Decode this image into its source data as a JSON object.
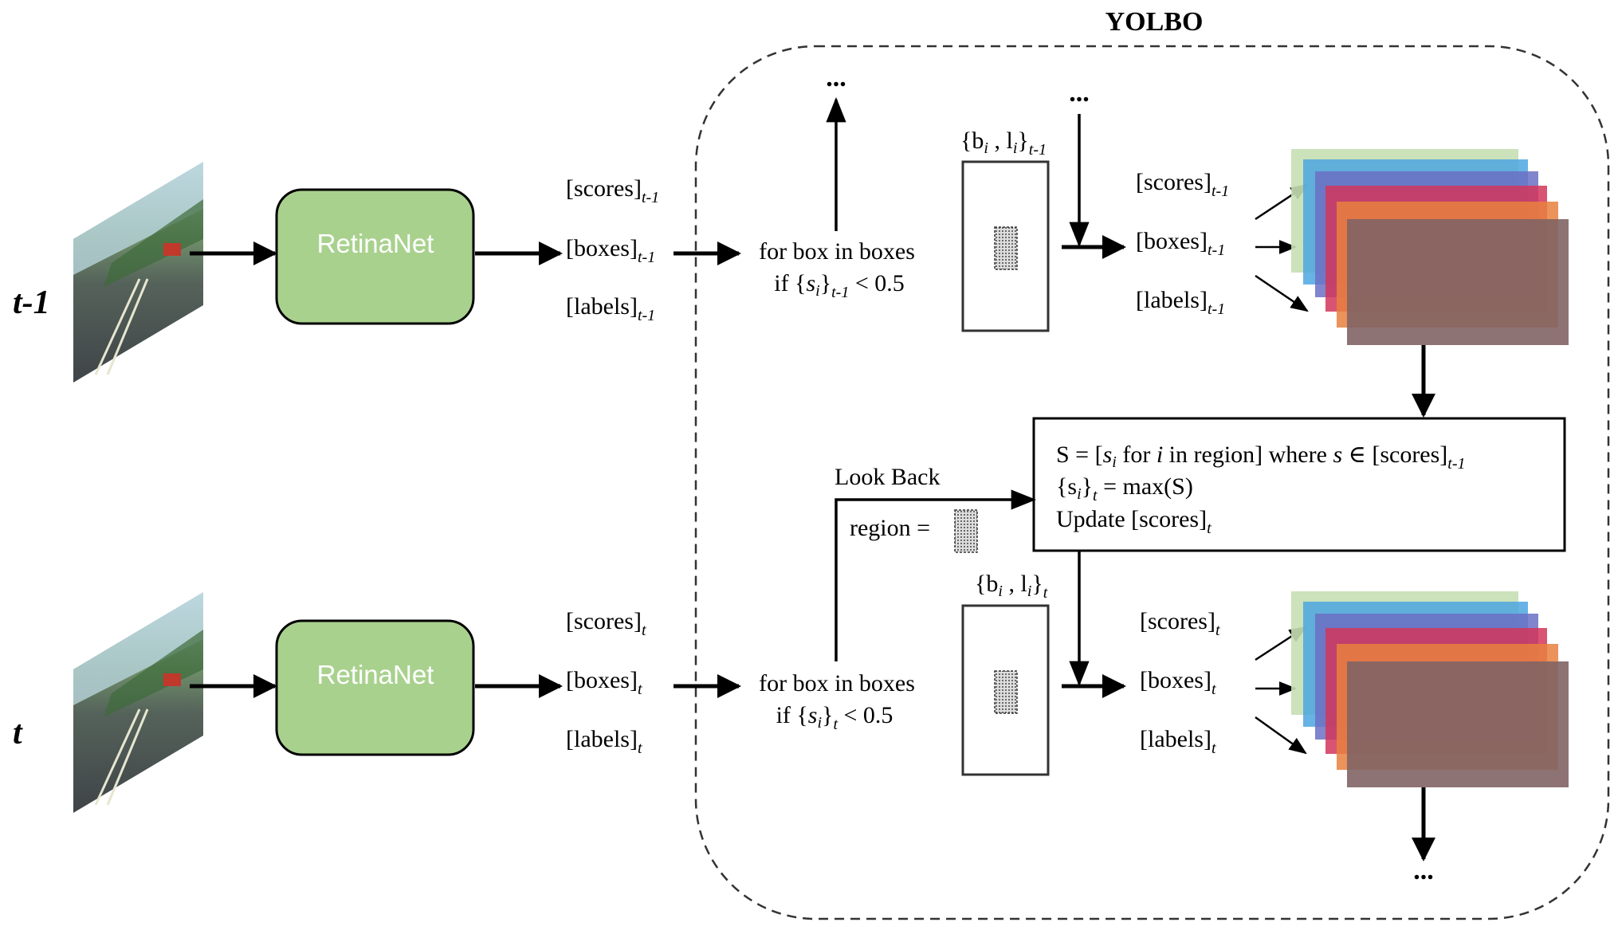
{
  "title": "YOLBO",
  "ellipsis": "...",
  "rows": {
    "prev": {
      "time_label": "t-1",
      "model_label": "RetinaNet",
      "outputs": {
        "scores": "[scores]",
        "boxes": "[boxes]",
        "labels": "[labels]",
        "sub": "t-1"
      },
      "loop": {
        "line1": "for box in boxes",
        "line2_prefix": "if {",
        "s_i": "s",
        "i": "i",
        "line2_sub": "t-1",
        "line2_suffix": " < 0.5"
      },
      "bl": {
        "text": "{b",
        "i": "i",
        "sep": " , l",
        "sub": "t-1"
      },
      "box_outputs": {
        "scores": "[scores]",
        "boxes": "[boxes]",
        "labels": "[labels]",
        "sub": "t-1"
      }
    },
    "curr": {
      "time_label": "t",
      "model_label": "RetinaNet",
      "outputs": {
        "scores": "[scores]",
        "boxes": "[boxes]",
        "labels": "[labels]",
        "sub": "t"
      },
      "loop": {
        "line1": "for box in boxes",
        "line2_prefix": "if {",
        "s_i": "s",
        "i": "i",
        "line2_sub": "t",
        "line2_suffix": " < 0.5"
      },
      "bl": {
        "text": "{b",
        "i": "i",
        "sep": " , l",
        "sub": "t"
      },
      "box_outputs": {
        "scores": "[scores]",
        "boxes": "[boxes]",
        "labels": "[labels]",
        "sub": "t"
      }
    }
  },
  "lookback": {
    "label": "Look Back",
    "region_label": "region ="
  },
  "update_box": {
    "line1_a": "S = [",
    "line1_s": "s",
    "line1_i": "i",
    "line1_b": " for ",
    "line1_ivar": "i",
    "line1_c": " in region] where ",
    "line1_svar": "s",
    "line1_d": " ∈ [scores]",
    "line1_sub": "t-1",
    "line2_a": "{s",
    "line2_i": "i",
    "line2_b": "}",
    "line2_sub": "t",
    "line2_c": " = max(S)",
    "line3_a": "Update [scores]",
    "line3_sub": "t"
  },
  "colors": {
    "retinanet_fill": "#a9d18e",
    "layer_colors": [
      "#c5dfb4",
      "#4da6e0",
      "#6b70c4",
      "#d2365a",
      "#e8803e",
      "#f5d27a",
      "#6a4d60"
    ]
  }
}
